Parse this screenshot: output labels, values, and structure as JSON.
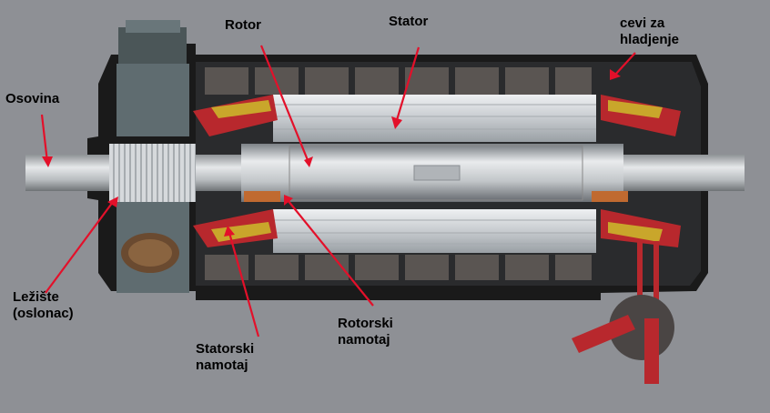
{
  "labels": {
    "rotor": "Rotor",
    "stator": "Stator",
    "cevi": "cevi za\nhladjenje",
    "osovina": "Osovina",
    "leziste": "Ležište\n(oslonac)",
    "rotorski": "Rotorski\nnamotaj",
    "statorski": "Statorski\nnamotaj"
  },
  "colors": {
    "background": "#8e9095",
    "arrow": "#e3102a",
    "winding": "#b8282d",
    "winding_yellow": "#c9a62b",
    "housing_dark": "#151515",
    "stator_core": "#d2d5d9",
    "shaft": "#c5c8cb"
  }
}
